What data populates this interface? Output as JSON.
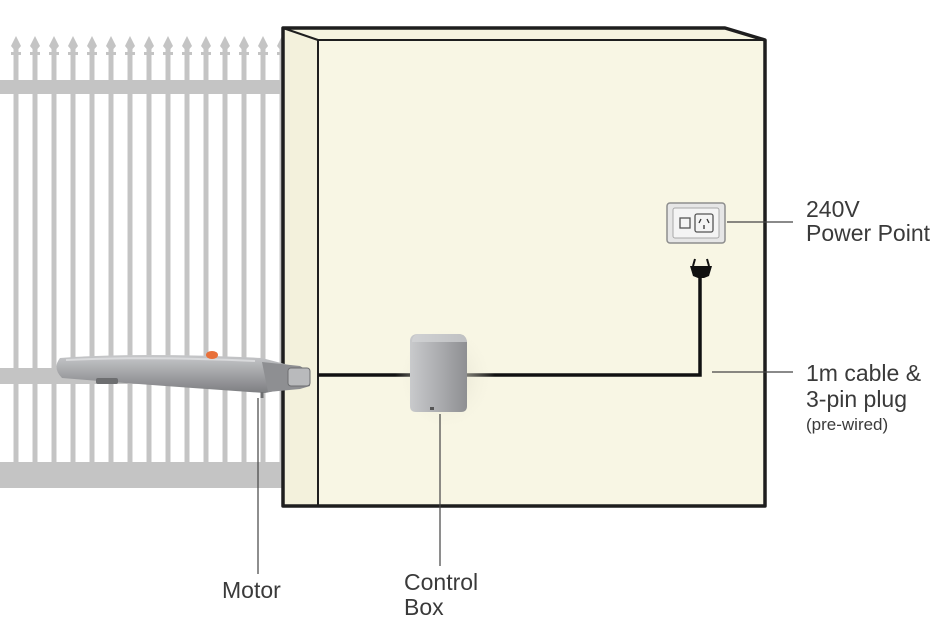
{
  "labels": {
    "power_point_line1": "240V",
    "power_point_line2": "Power Point",
    "cable_line1": "1m cable &",
    "cable_line2": "3-pin plug",
    "cable_line3": "(pre-wired)",
    "motor": "Motor",
    "control_box_line1": "Control",
    "control_box_line2": "Box"
  },
  "colors": {
    "wall_face": "#f8f6e4",
    "wall_outline": "#1e1e1e",
    "gate": "#c4c4c4",
    "cable": "#111111",
    "leader_line": "#444444",
    "control_box": "#a8a9ac",
    "motor_body": "#9ea0a3",
    "motor_accent": "#e8703a",
    "label_text": "#3a3a3a"
  },
  "icons": [
    "gate-fence",
    "wall-pillar",
    "power-outlet-icon",
    "plug-icon",
    "control-box-unit",
    "gate-motor-arm"
  ]
}
